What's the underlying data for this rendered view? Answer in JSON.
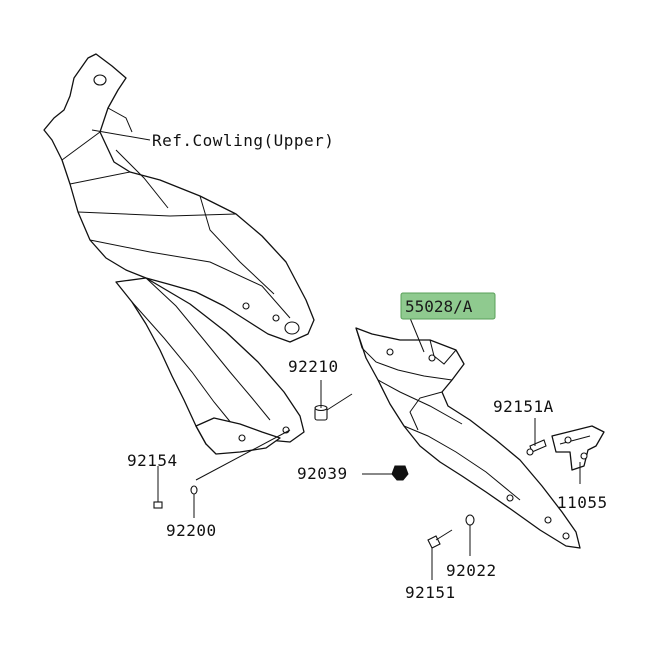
{
  "labels": {
    "ref": "Ref.Cowling(Upper)",
    "p55028": "55028/A",
    "p92210": "92210",
    "p92151A": "92151A",
    "p92154": "92154",
    "p92039": "92039",
    "p11055": "11055",
    "p92200": "92200",
    "p92022": "92022",
    "p92151": "92151"
  },
  "colors": {
    "highlight_fill": "#8fca8f",
    "highlight_border": "#5aa05a",
    "line": "#111111"
  }
}
